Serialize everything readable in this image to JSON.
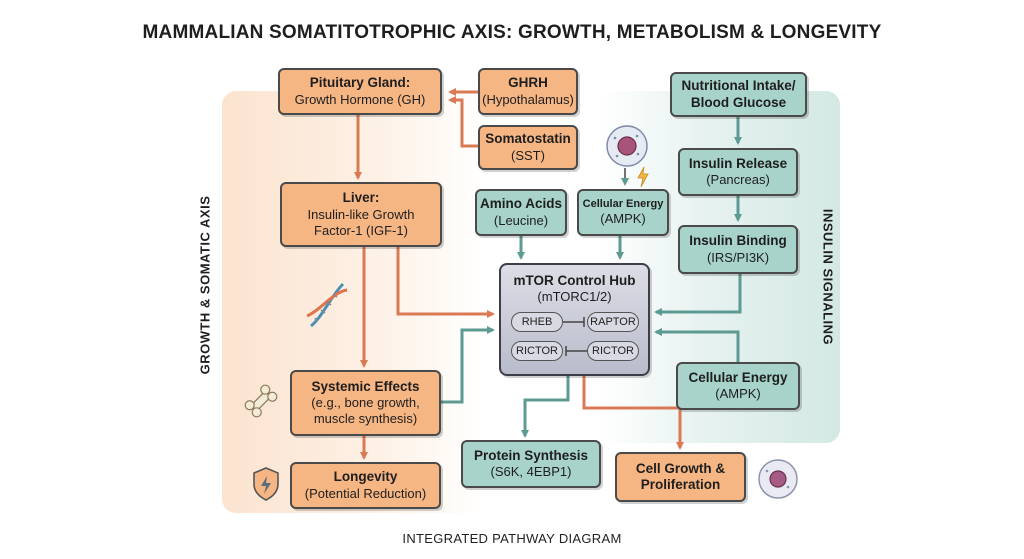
{
  "title": "MAMMALIAN SOMATITOTROPHIC AXIS: GROWTH, METABOLISM & LONGEVITY",
  "footer": "INTEGRATED PATHWAY DIAGRAM",
  "panels": {
    "left_label": "GROWTH & SOMATIC AXIS",
    "right_label": "INSULIN SIGNALING"
  },
  "nodes": {
    "pituitary": {
      "title": "Pituitary Gland:",
      "sub": "Growth Hormone (GH)"
    },
    "ghrh": {
      "title": "GHRH",
      "sub": "(Hypothalamus)"
    },
    "somatostatin": {
      "title": "Somatostatin",
      "sub": "(SST)"
    },
    "liver": {
      "title": "Liver:",
      "sub1": "Insulin-like Growth",
      "sub2": "Factor-1 (IGF-1)"
    },
    "amino_acids": {
      "title": "Amino Acids",
      "sub": "(Leucine)"
    },
    "cellular_energy_top": {
      "title": "Cellular Energy",
      "sub": "(AMPK)"
    },
    "mtor": {
      "title": "mTOR Control Hub",
      "sub": "(mTORC1/2)",
      "pairs": [
        {
          "a": "RHEB",
          "b": "RAPTOR"
        },
        {
          "a": "RICTOR",
          "b": "RICTOR"
        }
      ]
    },
    "nutritional": {
      "title1": "Nutritional Intake/",
      "title2": "Blood Glucose"
    },
    "insulin_release": {
      "title": "Insulin Release",
      "sub": "(Pancreas)"
    },
    "insulin_binding": {
      "title": "Insulin Binding",
      "sub": "(IRS/PI3K)"
    },
    "cellular_energy_right": {
      "title": "Cellular Energy",
      "sub": "(AMPK)"
    },
    "systemic": {
      "title": "Systemic Effects",
      "sub1": "(e.g., bone growth,",
      "sub2": "muscle synthesis)"
    },
    "longevity": {
      "title": "Longevity",
      "sub": "(Potential Reduction)"
    },
    "protein": {
      "title": "Protein Synthesis",
      "sub": "(S6K, 4EBP1)"
    },
    "cell_growth": {
      "title1": "Cell Growth &",
      "title2": "Proliferation"
    }
  },
  "colors": {
    "orange_fill": "#f6b684",
    "orange_arrow": "#d97a55",
    "teal_fill": "#a8d3ca",
    "teal_arrow": "#5c9a92",
    "hub_fill": "#c9cbd7"
  }
}
